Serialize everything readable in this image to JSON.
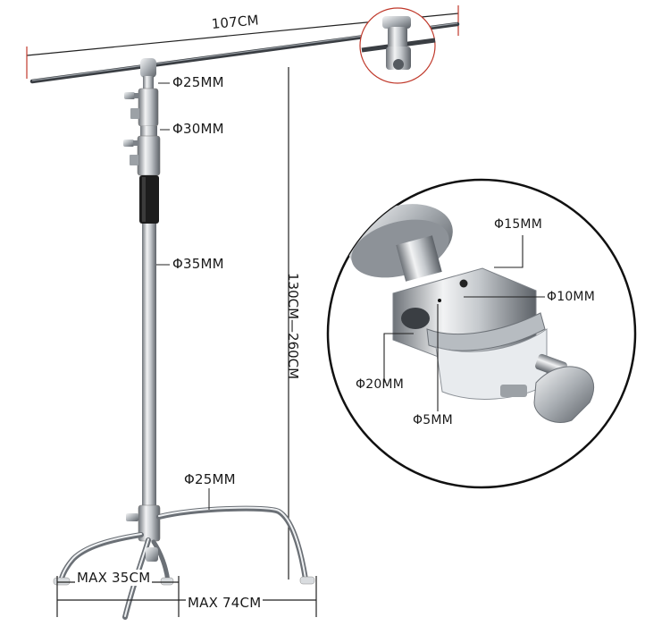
{
  "labels": {
    "boom_length": "107CM",
    "boom_diameter": "Φ25MM",
    "riser_diameter": "Φ30MM",
    "column_diameter": "Φ35MM",
    "height_range": "130CM—260CM",
    "leg_diameter": "Φ25MM",
    "base_width_small": "MAX 35CM",
    "base_width_large": "MAX 74CM",
    "clamp_stud": "Φ15MM",
    "clamp_hole": "Φ10MM",
    "clamp_body": "Φ20MM",
    "clamp_screw": "Φ5MM"
  },
  "colors": {
    "line": "#222222",
    "guide": "#c0392b",
    "steel_light": "#e6e8ea",
    "steel_mid": "#aeb3b8",
    "steel_dark": "#555a60",
    "grip": "#1a1a1a"
  }
}
